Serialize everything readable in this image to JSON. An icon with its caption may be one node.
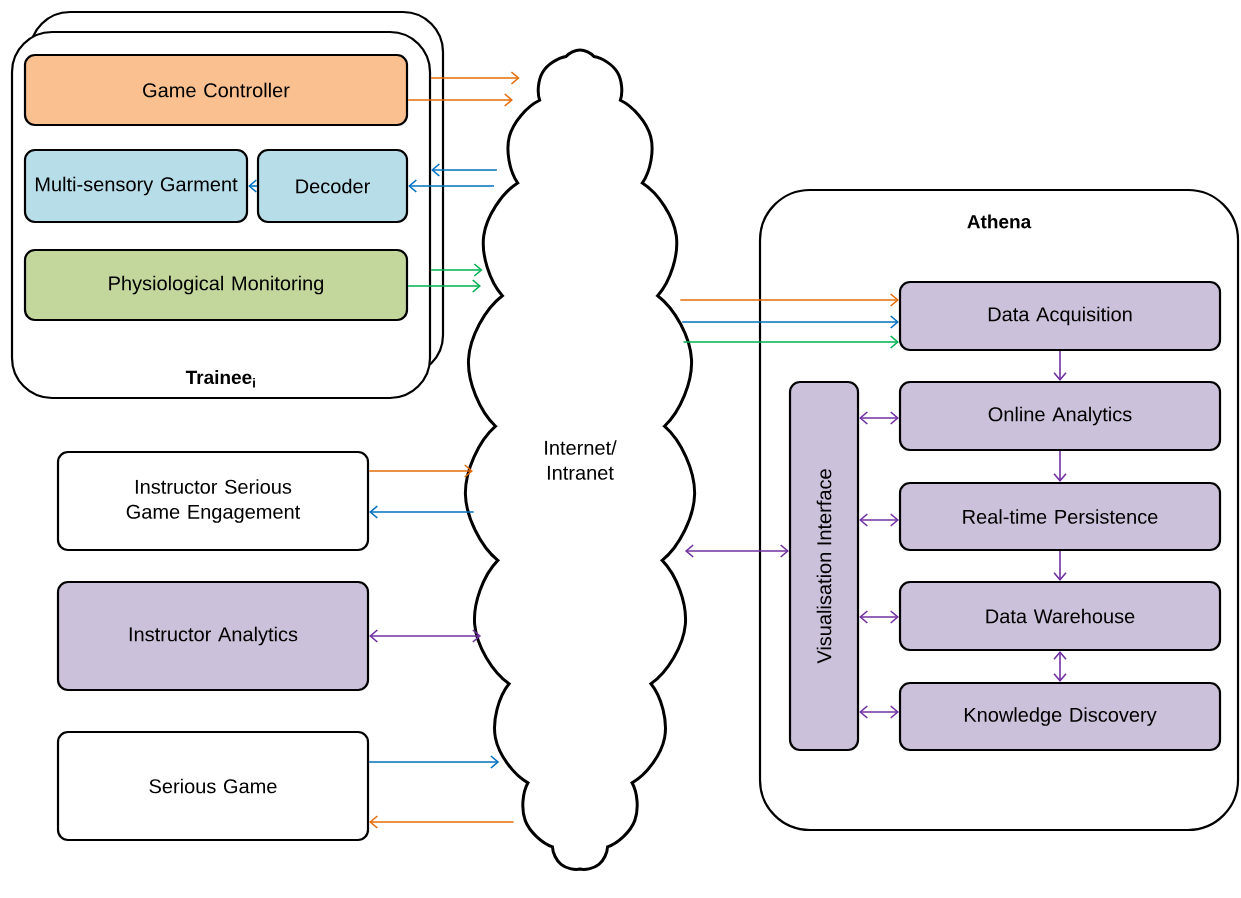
{
  "diagram": {
    "nodes": [
      {
        "text": [
          "Trainee$_{i}$"
        ]
      },
      {
        "text": [
          "Game Controller"
        ],
        "in": 0
      },
      {
        "text": [
          "Multi-sensory Garment"
        ],
        "in": 0
      },
      {
        "text": [
          "Decoder"
        ],
        "in": 0
      },
      {
        "text": [
          "Physiological Monitoring"
        ],
        "in": 0
      },
      {
        "text": [
          "Internet/ Intranet"
        ]
      },
      {
        "text": [
          "Athena"
        ]
      },
      {
        "text": [
          "Data Acquisition"
        ],
        "in": 6
      },
      {
        "text": [
          "Visualisation Interface"
        ],
        "in": 6
      },
      {
        "text": [
          "Online Analytics"
        ],
        "in": 6
      },
      {
        "text": [
          "Real-time Persistence"
        ],
        "in": 6
      },
      {
        "text": [
          "Data Warehouse"
        ],
        "in": 6
      },
      {
        "text": [
          "Knowledge Discovery"
        ],
        "in": 6
      },
      {
        "text": [
          "Instructor Serious Game Engagement"
        ]
      },
      {
        "text": [
          "Instructor Analytics"
        ]
      },
      {
        "text": [
          "Serious Game"
        ]
      }
    ],
    "edges": [
      {
        "from": 0,
        "to": 5,
        "arrow": "to",
        "color": "#e46c0a"
      },
      {
        "from": 1,
        "to": 5,
        "arrow": "to",
        "color": "#e46c0a"
      },
      {
        "from": 5,
        "to": 0,
        "arrow": "to",
        "color": "#0070c0"
      },
      {
        "from": 5,
        "to": 3,
        "arrow": "to",
        "color": "#0070c0"
      },
      {
        "from": 3,
        "to": 2,
        "arrow": "to",
        "color": "#0070c0"
      },
      {
        "from": 0,
        "to": 5,
        "arrow": "to",
        "color": "#00b050"
      },
      {
        "from": 4,
        "to": 5,
        "arrow": "to",
        "color": "#00b050"
      },
      {
        "from": 5,
        "to": 7,
        "arrow": "to",
        "color": "#e46c0a"
      },
      {
        "from": 5,
        "to": 7,
        "arrow": "to",
        "color": "#0070c0"
      },
      {
        "from": 5,
        "to": 7,
        "arrow": "to",
        "color": "#00b050"
      },
      {
        "from": 7,
        "to": 9,
        "arrow": "to",
        "color": "#7030a0"
      },
      {
        "from": 9,
        "to": 10,
        "arrow": "to",
        "color": "#7030a0"
      },
      {
        "from": 10,
        "to": 11,
        "arrow": "to",
        "color": "#7030a0"
      },
      {
        "from": 11,
        "to": 12,
        "arrow": "both",
        "color": "#7030a0"
      },
      {
        "from": 8,
        "to": 9,
        "arrow": "both",
        "color": "#7030a0"
      },
      {
        "from": 8,
        "to": 10,
        "arrow": "both",
        "color": "#7030a0"
      },
      {
        "from": 8,
        "to": 11,
        "arrow": "both",
        "color": "#7030a0"
      },
      {
        "from": 8,
        "to": 12,
        "arrow": "both",
        "color": "#7030a0"
      },
      {
        "from": 5,
        "to": 8,
        "arrow": "both",
        "color": "#7030a0"
      },
      {
        "from": 13,
        "to": 5,
        "arrow": "to",
        "color": "#e46c0a"
      },
      {
        "from": 5,
        "to": 13,
        "arrow": "to",
        "color": "#0070c0"
      },
      {
        "from": 14,
        "to": 5,
        "arrow": "both",
        "color": "#7030a0"
      },
      {
        "from": 15,
        "to": 5,
        "arrow": "to",
        "color": "#0070c0"
      },
      {
        "from": 5,
        "to": 15,
        "arrow": "to",
        "color": "#e46c0a"
      }
    ]
  }
}
